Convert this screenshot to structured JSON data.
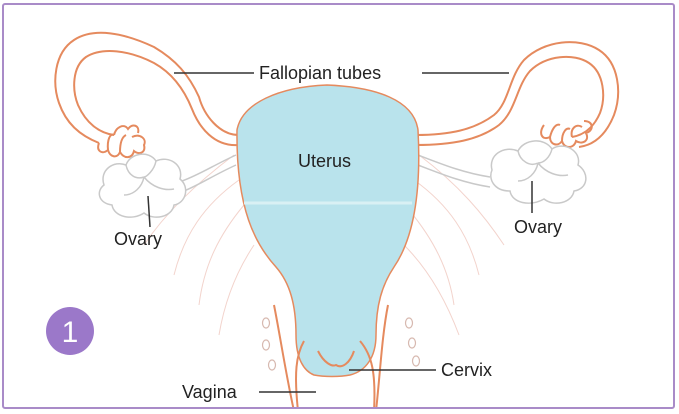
{
  "diagram": {
    "labels": {
      "fallopian_tubes": "Fallopian tubes",
      "uterus": "Uterus",
      "ovary_left": "Ovary",
      "ovary_right": "Ovary",
      "cervix": "Cervix",
      "vagina": "Vagina"
    },
    "step_number": "1"
  },
  "colors": {
    "border": "#a98bc8",
    "uterus_fill": "#b9e3ec",
    "tube_outline": "#e58a5e",
    "ovary_outline": "#c9c9c9",
    "badge": "#9b78c9",
    "leader_line": "#333333"
  }
}
